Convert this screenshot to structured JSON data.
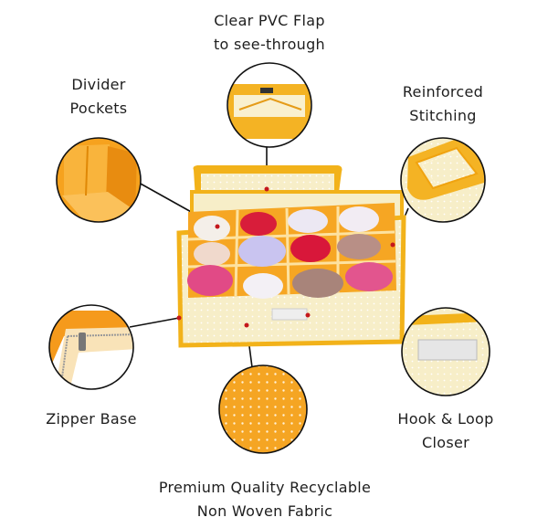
{
  "features": {
    "flap": {
      "line1": "Clear PVC Flap",
      "line2": "to see-through"
    },
    "divider": {
      "line1": "Divider",
      "line2": "Pockets"
    },
    "stitching": {
      "line1": "Reinforced",
      "line2": "Stitching"
    },
    "zipper": {
      "line1": "Zipper Base"
    },
    "hook": {
      "line1": "Hook & Loop",
      "line2": "Closer"
    },
    "fabric": {
      "line1": "Premium Quality Recyclable",
      "line2": "Non Woven Fabric"
    }
  },
  "colors": {
    "accent": "#f2b21a",
    "inner": "#f6a623",
    "fabric": "#f7edc4",
    "line": "#111111"
  }
}
